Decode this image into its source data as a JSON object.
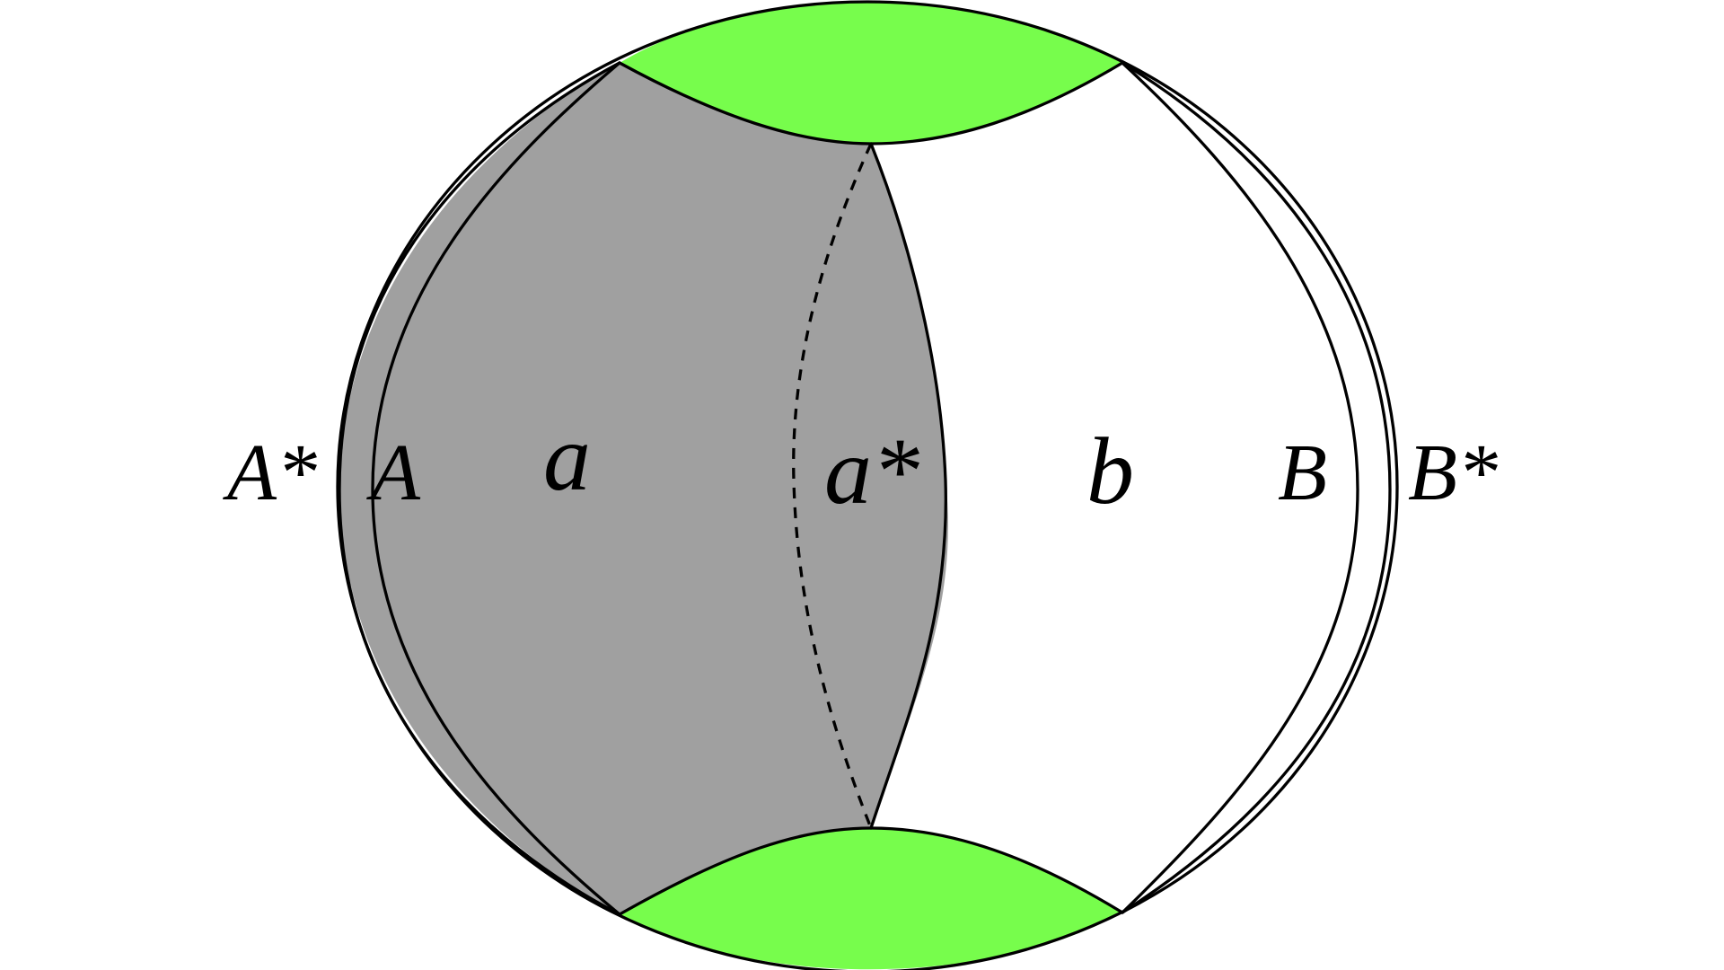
{
  "colors": {
    "region_fill": "#a0a0a0",
    "cap_fill": "#77fd4c",
    "line": "#000000",
    "background": "#ffffff"
  },
  "labels": {
    "A_star": "A*",
    "A": "A",
    "a": "a",
    "a_star": "a*",
    "b": "b",
    "B": "B",
    "B_star": "B*"
  }
}
